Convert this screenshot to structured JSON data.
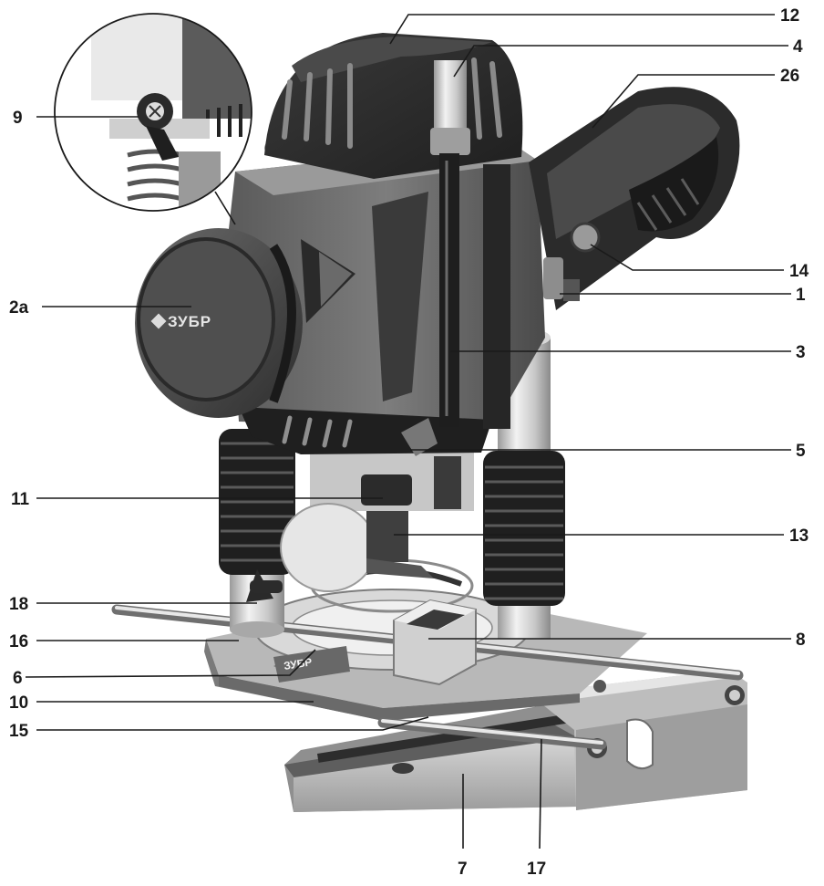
{
  "brand": "ЗУБР",
  "callouts": [
    {
      "id": "c12",
      "text": "12",
      "side": "right"
    },
    {
      "id": "c4",
      "text": "4",
      "side": "right"
    },
    {
      "id": "c26",
      "text": "26",
      "side": "right"
    },
    {
      "id": "c9",
      "text": "9",
      "side": "left"
    },
    {
      "id": "c2a",
      "text": "2a",
      "side": "left"
    },
    {
      "id": "c14",
      "text": "14",
      "side": "right"
    },
    {
      "id": "c1",
      "text": "1",
      "side": "right"
    },
    {
      "id": "c3",
      "text": "3",
      "side": "right"
    },
    {
      "id": "c5",
      "text": "5",
      "side": "right"
    },
    {
      "id": "c11",
      "text": "11",
      "side": "left"
    },
    {
      "id": "c13",
      "text": "13",
      "side": "right"
    },
    {
      "id": "c18",
      "text": "18",
      "side": "left"
    },
    {
      "id": "c16",
      "text": "16",
      "side": "left"
    },
    {
      "id": "c8",
      "text": "8",
      "side": "right"
    },
    {
      "id": "c6",
      "text": "6",
      "side": "left"
    },
    {
      "id": "c10",
      "text": "10",
      "side": "left"
    },
    {
      "id": "c15",
      "text": "15",
      "side": "left"
    },
    {
      "id": "c7",
      "text": "7",
      "side": "bottom"
    },
    {
      "id": "c17",
      "text": "17",
      "side": "bottom"
    }
  ]
}
